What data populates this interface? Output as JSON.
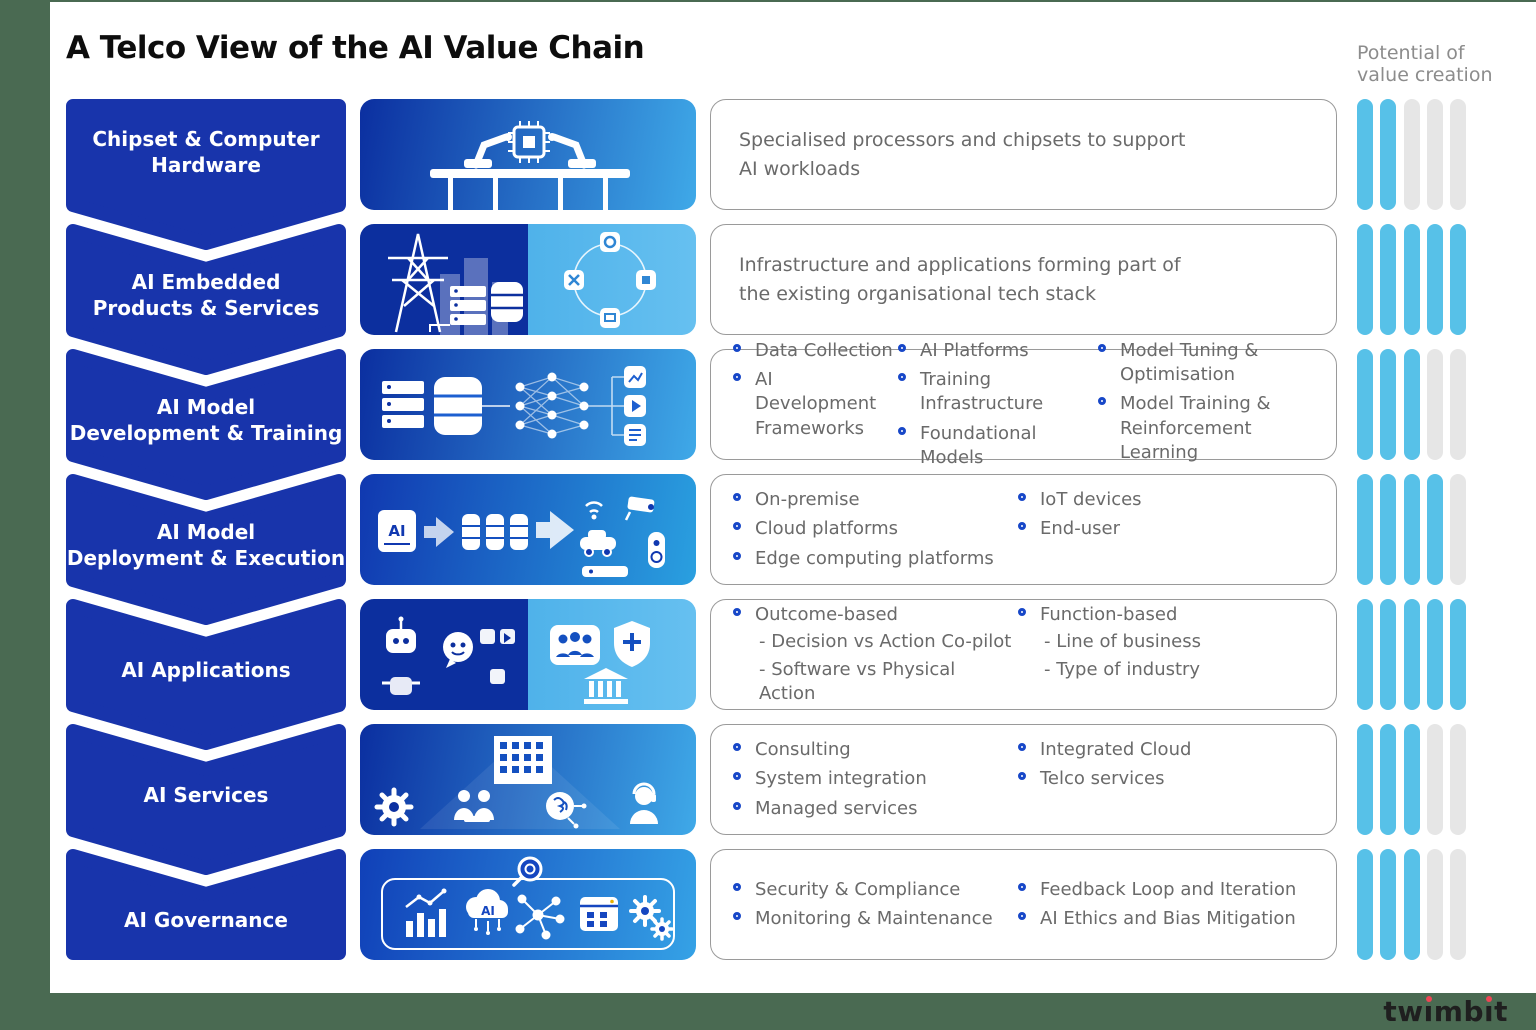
{
  "header": {
    "title": "A Telco View of the AI Value Chain",
    "value_caption_line1": "Potential of",
    "value_caption_line2": "value creation"
  },
  "footer": {
    "brand": "twimbit"
  },
  "colors": {
    "chevron_blue": "#1834ab",
    "bar_filled_blue": "#57c1e8",
    "bar_empty_gray": "#e6e6e6",
    "bullet_ring_blue": "#1747c8",
    "body_text_gray": "#6a6a6a",
    "background_band_green": "#4a6a52"
  },
  "rows": [
    {
      "label": [
        "Chipset & Computer",
        "Hardware"
      ],
      "description": "Specialised processors and chipsets to support AI workloads",
      "illustration": {
        "name": "robot-arms-assembling-chip",
        "icons": [
          "robot-arm-icon",
          "cpu-chip-icon",
          "workbench-icon"
        ]
      },
      "value": {
        "filled": 2,
        "total": 5
      }
    },
    {
      "label": [
        "AI Embedded",
        "Products & Services"
      ],
      "description": "Infrastructure and applications forming part of the existing organisational tech stack",
      "illustration": {
        "name": "telecom-tower-city-and-app-ecosystem",
        "icons": [
          "transmission-tower-icon",
          "city-skyline-icon",
          "server-stack-icon",
          "database-icon",
          "app-cycle-icon"
        ]
      },
      "value": {
        "filled": 5,
        "total": 5
      }
    },
    {
      "label": [
        "AI Model",
        "Development & Training"
      ],
      "columns": [
        [
          "Data Collection",
          "AI Development Frameworks"
        ],
        [
          "AI Platforms",
          "Training Infrastructure",
          "Foundational Models"
        ],
        [
          "Model Tuning & Optimisation",
          "Model Training & Reinforcement Learning"
        ]
      ],
      "illustration": {
        "name": "data-to-neural-network-to-media",
        "icons": [
          "server-stack-icon",
          "database-icon",
          "neural-network-icon",
          "media-files-icon"
        ]
      },
      "value": {
        "filled": 3,
        "total": 5
      }
    },
    {
      "label": [
        "AI Model",
        "Deployment & Execution"
      ],
      "columns": [
        [
          "On-premise",
          "Cloud platforms",
          "Edge computing platforms"
        ],
        [
          "IoT devices",
          "End-user"
        ]
      ],
      "illustration": {
        "name": "ai-server-to-edge-devices",
        "icons": [
          "ai-server-icon",
          "arrow-icon",
          "database-icon",
          "car-icon",
          "cctv-camera-icon",
          "wifi-icon",
          "speaker-icon"
        ]
      },
      "value": {
        "filled": 4,
        "total": 5
      }
    },
    {
      "label": [
        "AI Applications"
      ],
      "columns": [
        [
          {
            "text": "Outcome-based",
            "subs": [
              "- Decision vs Action Co-pilot",
              "- Software vs Physical Action"
            ]
          }
        ],
        [
          {
            "text": "Function-based",
            "subs": [
              "- Line of business",
              "- Type of industry"
            ]
          }
        ]
      ],
      "illustration": {
        "name": "robots-chatbots-teams-industries",
        "icons": [
          "robot-icon",
          "chatbot-icon",
          "media-tiles-icon",
          "team-icon",
          "medical-shield-icon",
          "bank-icon"
        ]
      },
      "value": {
        "filled": 5,
        "total": 5
      }
    },
    {
      "label": [
        "AI Services"
      ],
      "columns": [
        [
          "Consulting",
          "System integration",
          "Managed services"
        ],
        [
          "Integrated Cloud",
          "Telco services"
        ]
      ],
      "illustration": {
        "name": "consulting-and-managed-services",
        "icons": [
          "gear-icon",
          "office-building-icon",
          "consultants-icon",
          "brain-circuit-icon",
          "support-agent-icon"
        ]
      },
      "value": {
        "filled": 3,
        "total": 5
      }
    },
    {
      "label": [
        "AI Governance"
      ],
      "columns": [
        [
          "Security & Compliance",
          "Monitoring & Maintenance"
        ],
        [
          "Feedback Loop and Iteration",
          "AI Ethics and Bias Mitigation"
        ]
      ],
      "illustration": {
        "name": "governance-monitoring-toolkit",
        "icons": [
          "magnifier-icon",
          "bar-chart-icon",
          "ai-cloud-icon",
          "network-icon",
          "calendar-icon",
          "gears-icon"
        ]
      },
      "value": {
        "filled": 3,
        "total": 5
      }
    }
  ]
}
